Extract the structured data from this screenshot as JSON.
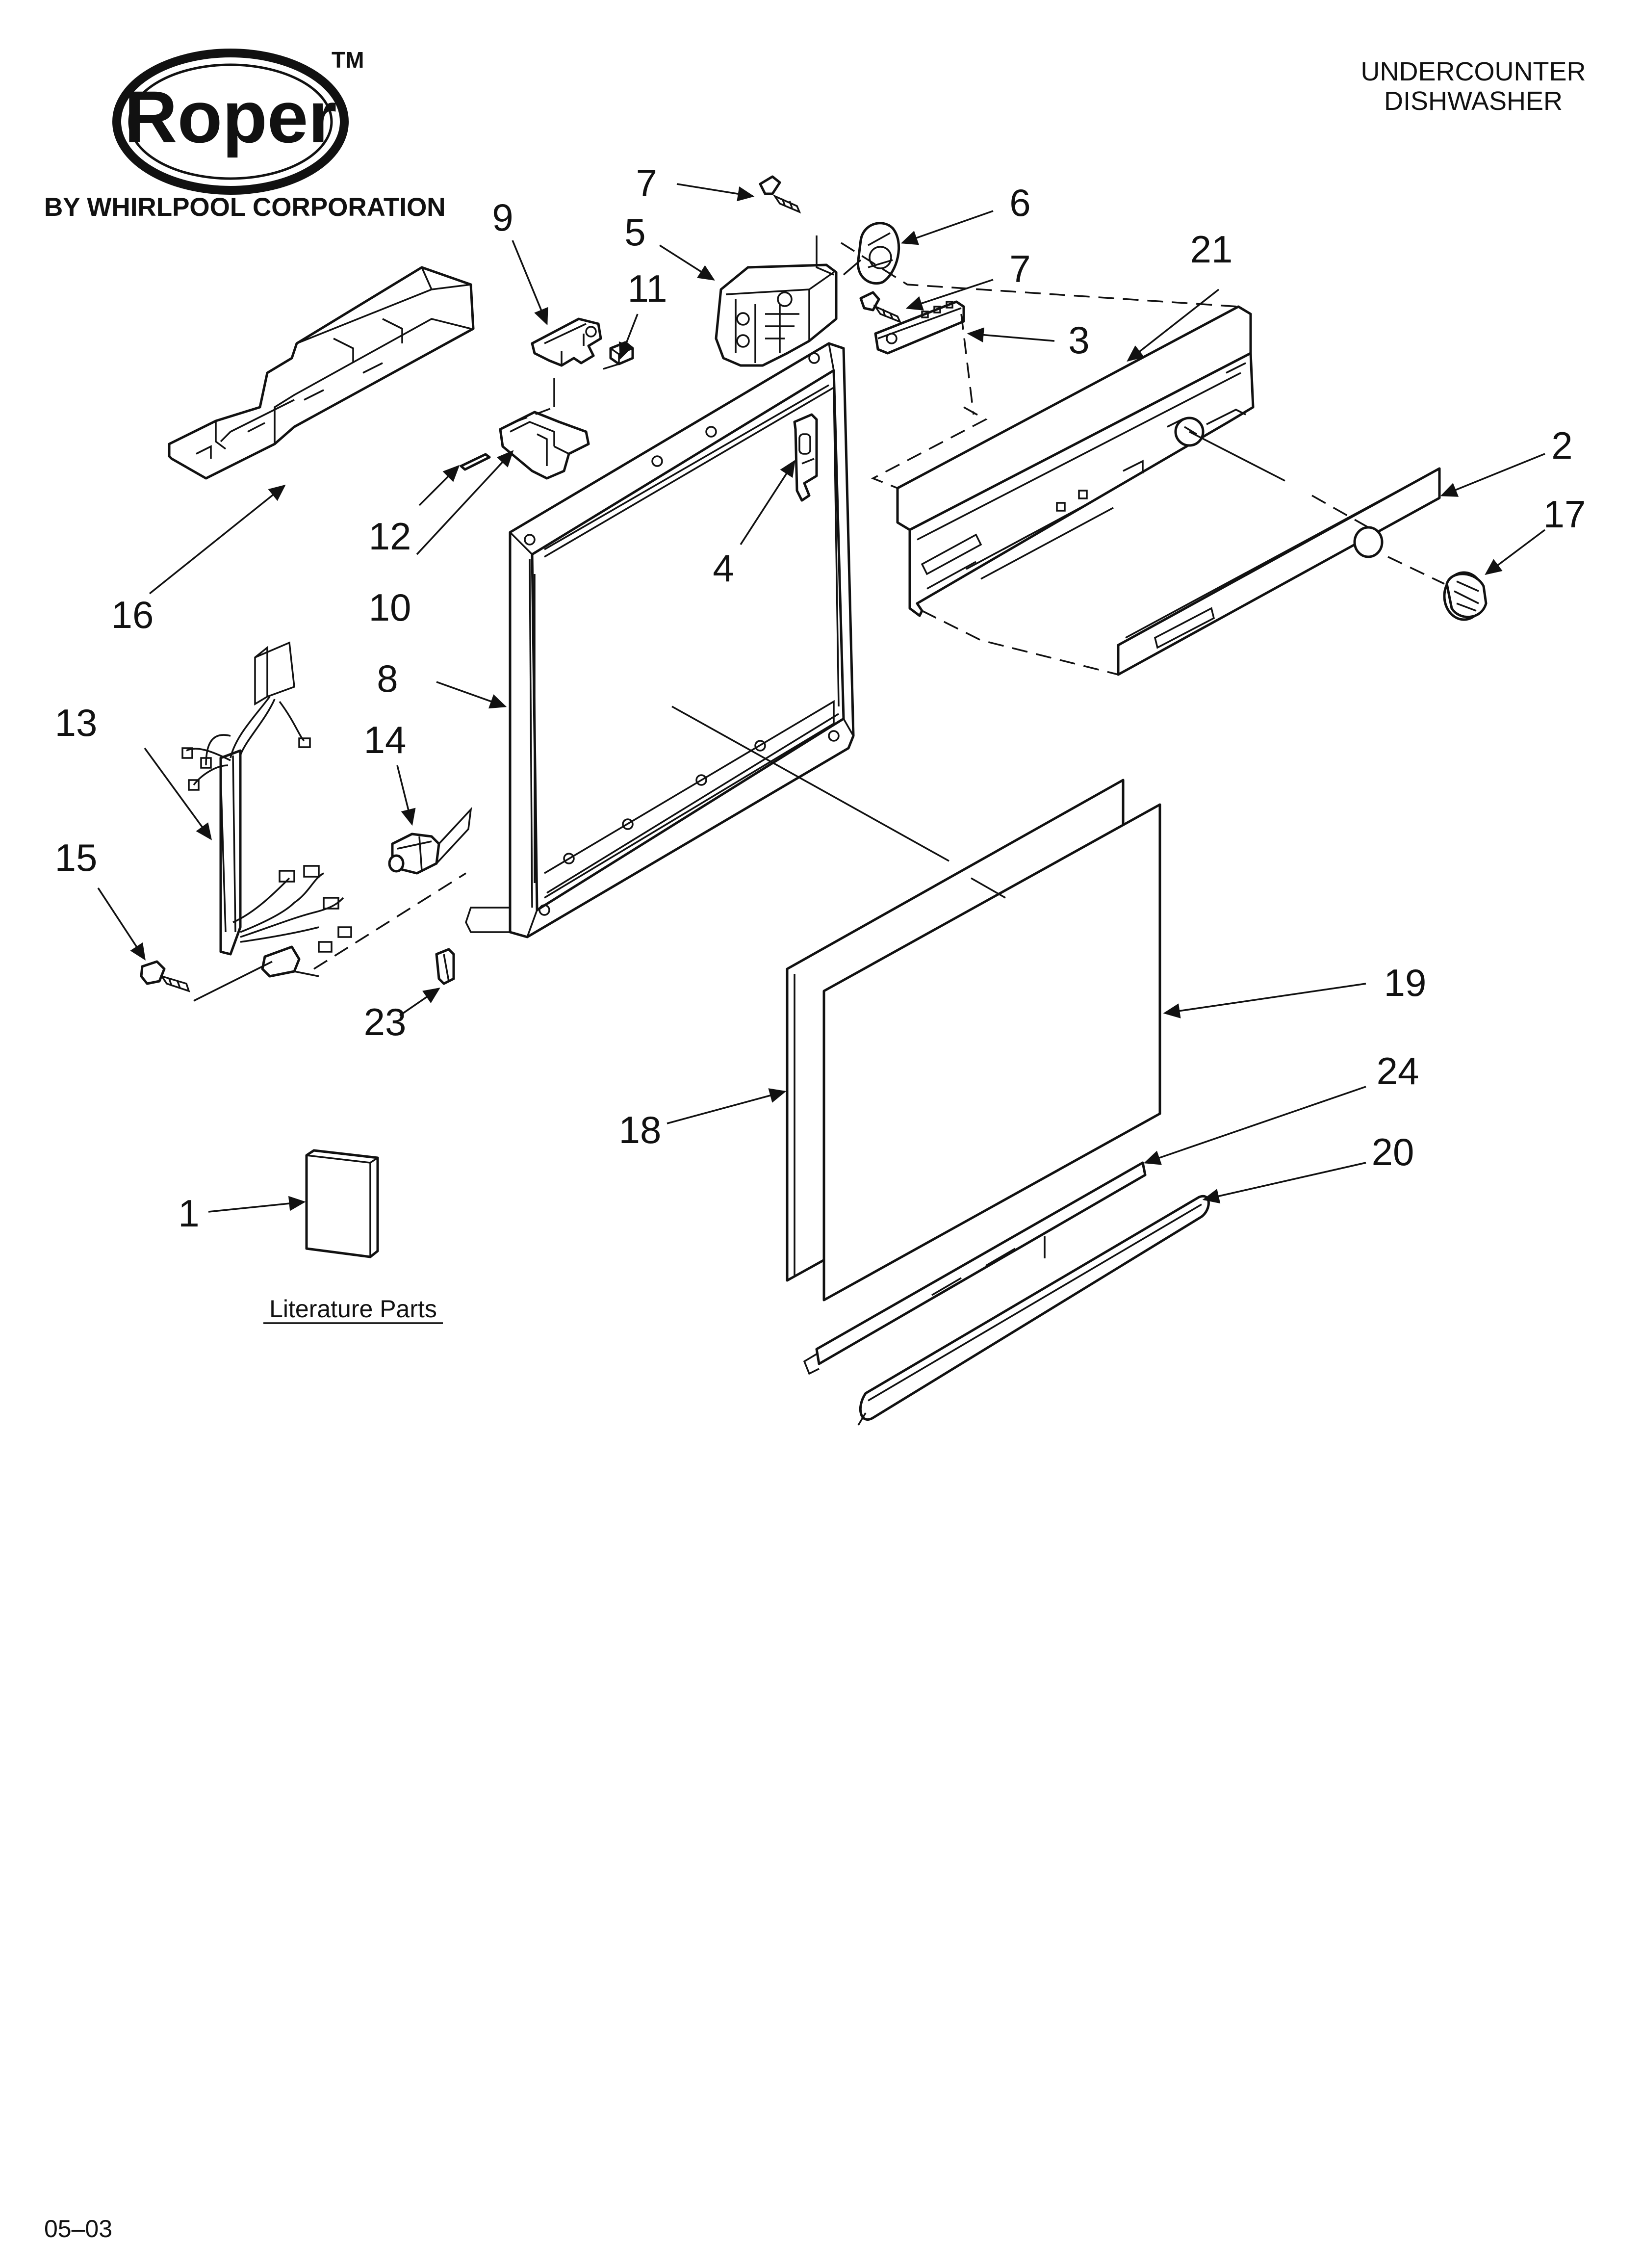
{
  "brand": {
    "logo_text": "Roper",
    "trademark": "TM",
    "byline": "BY WHIRLPOOL CORPORATION"
  },
  "title": {
    "line1": "UNDERCOUNTER",
    "line2": "DISHWASHER"
  },
  "callouts": {
    "c1": "1",
    "c2": "2",
    "c3": "3",
    "c4": "4",
    "c5": "5",
    "c6": "6",
    "c7a": "7",
    "c7b": "7",
    "c8": "8",
    "c9": "9",
    "c10": "10",
    "c11": "11",
    "c12": "12",
    "c13": "13",
    "c14": "14",
    "c15": "15",
    "c16": "16",
    "c17": "17",
    "c18": "18",
    "c19": "19",
    "c20": "20",
    "c21": "21",
    "c23": "23",
    "c24": "24"
  },
  "literature_label": "Literature Parts",
  "footer_code": "05–03"
}
